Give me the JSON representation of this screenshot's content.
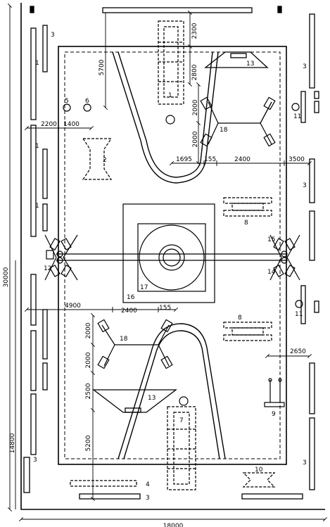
{
  "dimensions": {
    "overall_length": "30000",
    "overall_width": "18000",
    "bottom_zone": "14800",
    "top_2300": "2300",
    "top_2800": "2800",
    "left_5700": "5700",
    "gap_2000_a": "2000",
    "gap_2000_b": "2000",
    "d_2200": "2200",
    "d_1400": "1400",
    "d_1695": "1695",
    "d_155_top": "155",
    "d_2400_top": "2400",
    "d_3500": "3500",
    "d_4900": "4900",
    "d_2400_bottom": "2400",
    "d_155_bottom": "155",
    "d_2650": "2650",
    "b_2000_a": "2000",
    "b_2000_b": "2000",
    "b_2500": "2500",
    "b_5200": "5200"
  },
  "labels": {
    "n1": "1",
    "n2": "2",
    "n3": "3",
    "n4": "4",
    "n5": "5",
    "n6": "6",
    "n7": "7",
    "n8": "8",
    "n9": "9",
    "n10": "10",
    "n11": "11",
    "n12": "12",
    "n13": "13",
    "n14": "14",
    "n15": "15",
    "n16": "16",
    "n17": "17",
    "n18": "18"
  }
}
